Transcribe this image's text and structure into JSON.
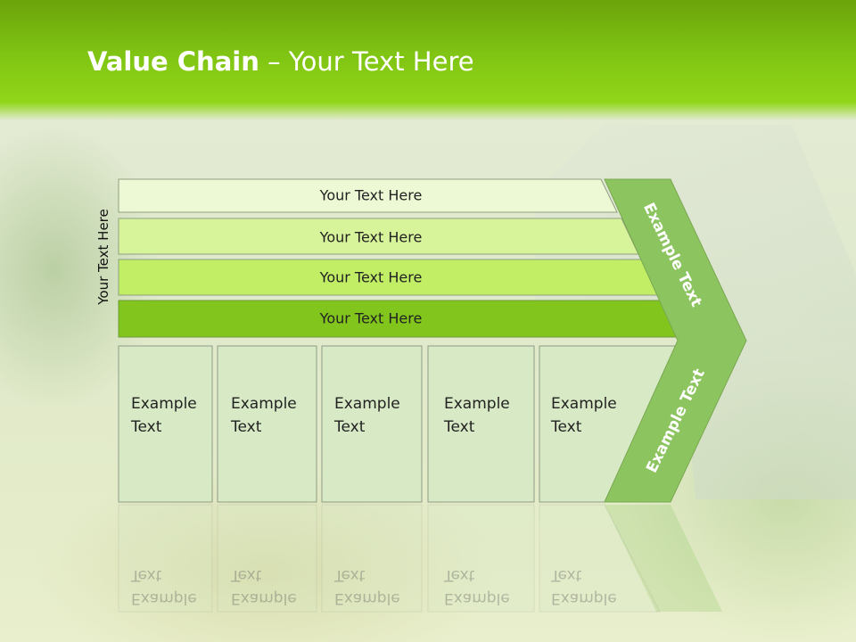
{
  "title": {
    "bold": "Value Chain",
    "rest": " – Your Text Here"
  },
  "side_label": "Your Text Here",
  "rows": [
    {
      "label": "Your Text Here",
      "fill": "#ecf9d4"
    },
    {
      "label": "Your Text Here",
      "fill": "#d8f49b"
    },
    {
      "label": "Your Text Here",
      "fill": "#c2ee66"
    },
    {
      "label": "Your Text Here",
      "fill": "#82c51c"
    }
  ],
  "boxes": [
    {
      "label": "Example Text"
    },
    {
      "label": "Example Text"
    },
    {
      "label": "Example Text"
    },
    {
      "label": "Example Text"
    },
    {
      "label": "Example Text"
    }
  ],
  "chevron": {
    "top_label": "Example Text",
    "bottom_label": "Example Text",
    "color": "#8cc460"
  },
  "colors": {
    "header": "#7dbf14",
    "box_fill": "#d8e9c5",
    "box_stroke": "#8f9a85"
  }
}
